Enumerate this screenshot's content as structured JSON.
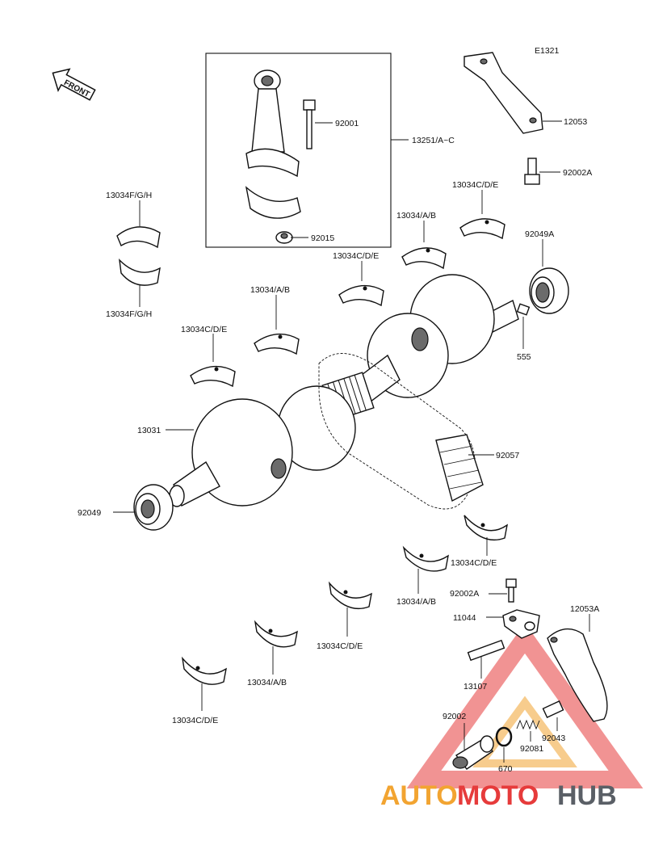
{
  "diagram": {
    "figure_code": "E1321",
    "front_label": "FRONT",
    "callouts": {
      "con_rod_bolt": "92001",
      "con_rod_assy": "13251/A~C",
      "con_rod_nut": "92015",
      "bracket_top": "12053",
      "bracket_top_bolt": "92002A",
      "bearing_left_upper": "13034F/G/H",
      "bearing_left_lower": "13034F/G/H",
      "bearing_ab_1": "13034/A/B",
      "bearing_cde_1": "13034C/D/E",
      "bearing_cde_top": "13034C/D/E",
      "oil_seal_right": "92049A",
      "bearing_ab_2": "13034/A/B",
      "bearing_cde_2": "13034C/D/E",
      "pin_555": "555",
      "crankshaft": "13031",
      "chain": "92057",
      "oil_seal_left": "92049",
      "bearing_cde_3": "13034C/D/E",
      "bearing_ab_3": "13034/A/B",
      "bolt_92002A_lower": "92002A",
      "tensioner_11044": "11044",
      "bracket_lower": "12053A",
      "bearing_cde_4": "13034C/D/E",
      "bearing_ab_4": "13034/A/B",
      "pin_13107": "13107",
      "bearing_cde_5": "13034C/D/E",
      "bolt_92002": "92002",
      "oring_670": "670",
      "spring_92081": "92081",
      "pin_92043": "92043"
    }
  },
  "watermark": {
    "part1": "AUTO",
    "part2": "MOTO",
    "part3": "HUB",
    "colors": {
      "orange": "#f2a431",
      "red": "#e63b3b",
      "gray": "#5a5f66"
    }
  }
}
